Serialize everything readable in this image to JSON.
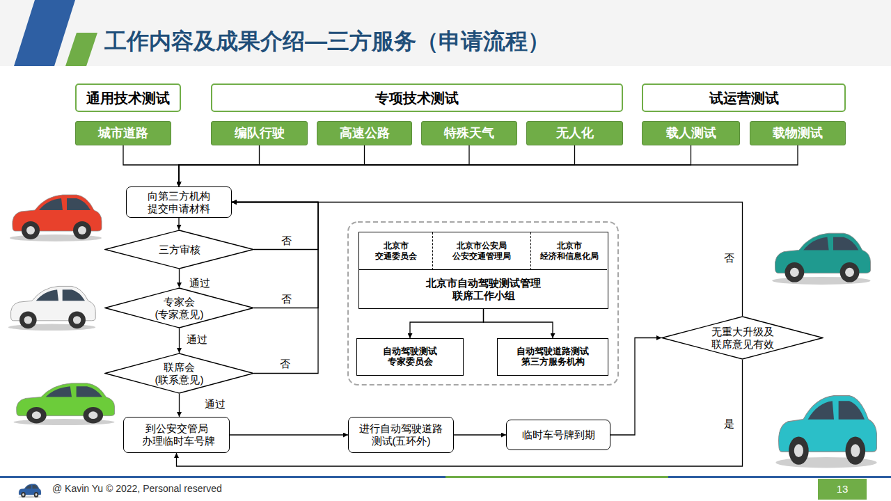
{
  "diagram": {
    "title": "工作内容及成果介绍—三方服务（申请流程）",
    "nodes": [
      {
        "text": [
          "通用技术测试"
        ]
      },
      {
        "text": [
          "专项技术测试"
        ]
      },
      {
        "text": [
          "试运营测试"
        ]
      },
      {
        "text": [
          "城市道路"
        ]
      },
      {
        "text": [
          "编队行驶"
        ]
      },
      {
        "text": [
          "高速公路"
        ]
      },
      {
        "text": [
          "特殊天气"
        ]
      },
      {
        "text": [
          "无人化"
        ]
      },
      {
        "text": [
          "载人测试"
        ]
      },
      {
        "text": [
          "载物测试"
        ]
      },
      {
        "text": [
          "向第三方机构 提交申请材料"
        ]
      },
      {
        "text": [
          "三方审核"
        ]
      },
      {
        "text": [
          "专家会 (专家意见)"
        ]
      },
      {
        "text": [
          "联席会 (联系意见)"
        ]
      },
      {
        "text": [
          "到公安交管局 办理临时车号牌"
        ]
      },
      {
        "text": [
          "进行自动驾驶道路 测试(五环外)"
        ]
      },
      {
        "text": [
          "临时车号牌到期"
        ]
      },
      {
        "text": [
          "无重大升级及 联席意见有效"
        ]
      },
      {
        "text": [
          "北京市自动驾驶测试管理 联席工作小组"
        ]
      },
      {
        "text": [
          "北京市 交通委员会"
        ],
        "in": 18
      },
      {
        "text": [
          "北京市公安局 公安交通管理局"
        ],
        "in": 18
      },
      {
        "text": [
          "北京市 经济和信息化局"
        ],
        "in": 18
      },
      {
        "text": [
          "自动驾驶测试 专家委员会"
        ]
      },
      {
        "text": [
          "自动驾驶道路测试 第三方服务机构"
        ]
      }
    ],
    "edges": [
      {
        "from": 3,
        "to": 10,
        "arrow": "to"
      },
      {
        "from": 4,
        "to": 10,
        "arrow": "to"
      },
      {
        "from": 5,
        "to": 10,
        "arrow": "to"
      },
      {
        "from": 6,
        "to": 10,
        "arrow": "to"
      },
      {
        "from": 7,
        "to": 10,
        "arrow": "to"
      },
      {
        "from": 8,
        "to": 10,
        "arrow": "to"
      },
      {
        "from": 9,
        "to": 10,
        "arrow": "to"
      },
      {
        "from": 10,
        "to": 11,
        "arrow": "to"
      },
      {
        "from": 11,
        "to": 12,
        "label": "通过",
        "arrow": "to"
      },
      {
        "from": 12,
        "to": 13,
        "label": "通过",
        "arrow": "to"
      },
      {
        "from": 13,
        "to": 14,
        "label": "通过",
        "arrow": "to"
      },
      {
        "from": 11,
        "to": 10,
        "label": "否",
        "arrow": "to"
      },
      {
        "from": 12,
        "to": 10,
        "label": "否",
        "arrow": "to"
      },
      {
        "from": 13,
        "to": 10,
        "label": "否",
        "arrow": "to"
      },
      {
        "from": 14,
        "to": 15,
        "arrow": "to"
      },
      {
        "from": 15,
        "to": 16,
        "arrow": "to"
      },
      {
        "from": 16,
        "to": 17,
        "arrow": "to"
      },
      {
        "from": 17,
        "to": 10,
        "label": "否",
        "arrow": "to"
      },
      {
        "from": 17,
        "to": 14,
        "label": "是",
        "arrow": "to"
      },
      {
        "from": 18,
        "to": 22,
        "arrow": "to"
      },
      {
        "from": 18,
        "to": 23,
        "arrow": "to"
      }
    ],
    "labels": [
      "@ Kavin Yu © 2022,  Personal reserved",
      "13"
    ]
  }
}
